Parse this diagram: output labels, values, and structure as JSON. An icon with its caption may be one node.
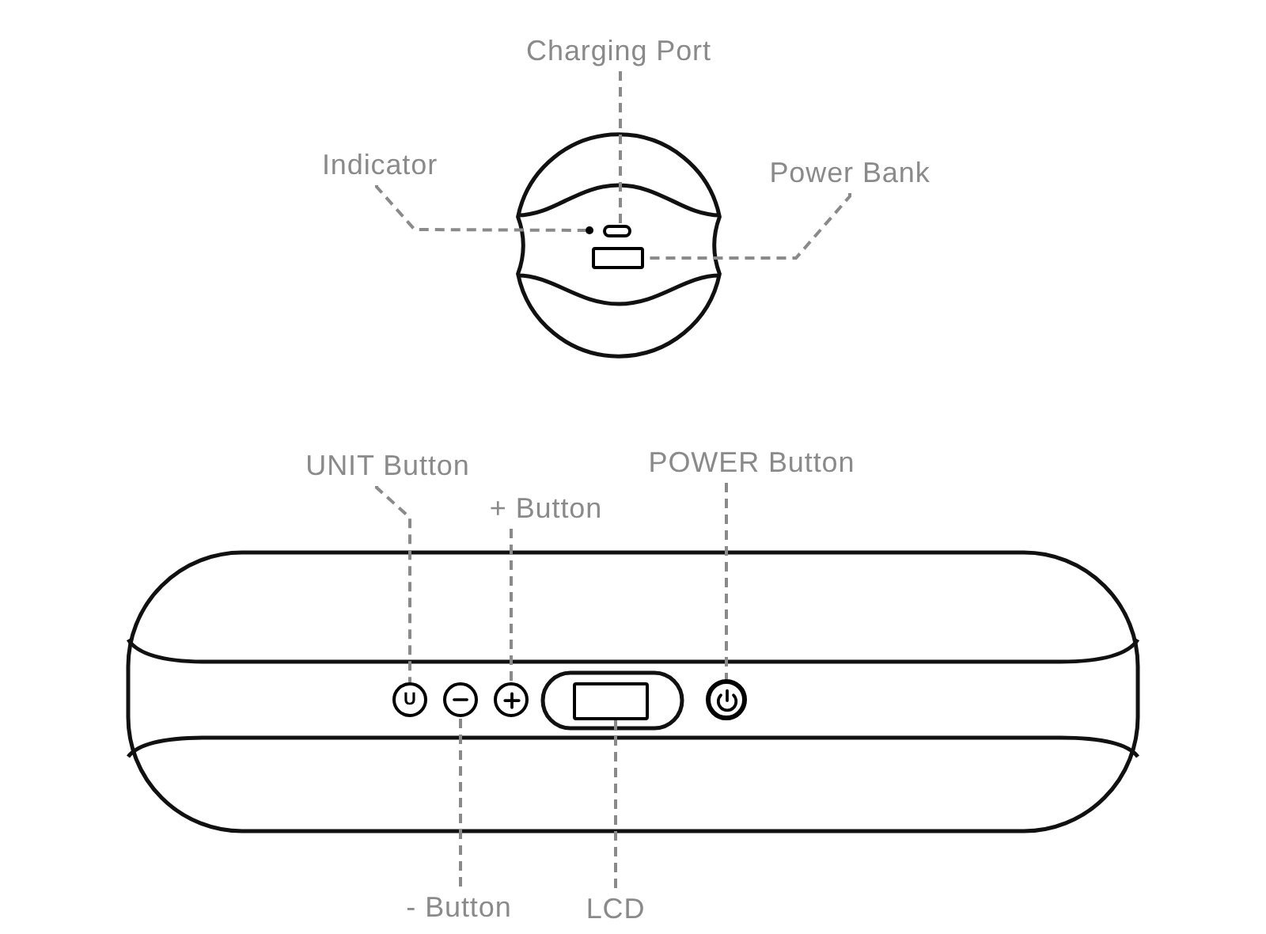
{
  "diagram": {
    "nodes": [
      {
        "text": [
          "Charging Port"
        ]
      },
      {
        "text": [
          "Indicator"
        ]
      },
      {
        "text": [
          "Power Bank"
        ]
      },
      {
        "text": [
          "UNIT Button"
        ]
      },
      {
        "text": [
          "+ Button"
        ]
      },
      {
        "text": [
          "POWER Button"
        ]
      },
      {
        "text": [
          "- Button"
        ]
      },
      {
        "text": [
          "LCD"
        ]
      },
      {
        "text": [],
        "shape": "circle"
      },
      {
        "text": [],
        "shape": "box"
      },
      {
        "text": [],
        "shape": "box"
      },
      {
        "text": [
          "U"
        ]
      },
      {
        "text": [],
        "shape": "circle"
      },
      {
        "text": [],
        "shape": "circle"
      },
      {
        "text": [],
        "shape": "box"
      },
      {
        "text": [],
        "shape": "circle"
      }
    ],
    "edges": [
      {
        "from": 1,
        "to": 8,
        "arrow": "none",
        "style": "dashed"
      },
      {
        "from": 0,
        "to": 9,
        "arrow": "none",
        "style": "dashed"
      },
      {
        "from": 2,
        "to": 10,
        "arrow": "none",
        "style": "dashed"
      },
      {
        "from": 3,
        "to": 11,
        "arrow": "none",
        "style": "dashed"
      },
      {
        "from": 4,
        "to": 13,
        "arrow": "none",
        "style": "dashed"
      },
      {
        "from": 5,
        "to": 15,
        "arrow": "none",
        "style": "dashed"
      },
      {
        "from": 6,
        "to": 12,
        "arrow": "none",
        "style": "dashed"
      },
      {
        "from": 7,
        "to": 14,
        "arrow": "none",
        "style": "dashed"
      }
    ]
  }
}
